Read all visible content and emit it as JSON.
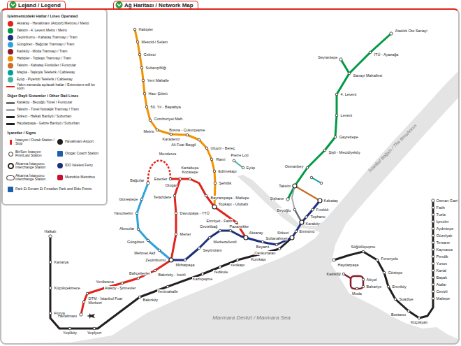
{
  "diagram": {
    "nodes": [
      {
        "text": [
          "Lejand / Legend"
        ]
      },
      {
        "text": [
          "Ağ Haritası / Network Map"
        ]
      }
    ],
    "labels": [
      "İşletmemizdeki Hatlar / Lines Operated",
      "Diğer Rayli Sistemler / Other Rail Lines",
      "İşaretler / Signs",
      "Habipler",
      "Mescid-i Selam",
      "Cebeci",
      "Sultançiftliği",
      "Yeni Mahalle",
      "Hacı Şükrü",
      "50. Yıl - Baştabya",
      "Cumhuriyet Mah.",
      "Metris",
      "Karadeniz",
      "Bosna - Çukurçeşme",
      "Ali Fuat Başgil",
      "Uluyol - Bereç",
      "Rami",
      "Edirnekapı",
      "Şehitlik",
      "Topkapı - Ulubatlı",
      "Bayrampaşa - Maltepe",
      "Kartaltepe Kocatepe",
      "Otogar",
      "Esenler",
      "Menderes",
      "Terazidere",
      "Davutpaşa - YTÜ",
      "Emniyet - Fatih",
      "Merter",
      "Zeytinburnu",
      "Bakırköy - İncirli",
      "Bahçelievler",
      "Ataköy - Şirinevler",
      "Yenibosna",
      "DTM - İstanbul Fuar Merkezi",
      "Havalimanı",
      "Bağcılar",
      "Güneştepe",
      "Yavuzselim",
      "Akıncılar",
      "Güngören",
      "Mehmet Akif",
      "Mithatpaşa",
      "Seyitnizam",
      "Merkezefendi",
      "Cevizlibağ",
      "Pazartekke",
      "Aksaray",
      "Beyazıt",
      "Sultanahmet",
      "Sirkeci",
      "Eminönü",
      "Karaköy",
      "Tophane",
      "Fındıklı",
      "Kabataş",
      "Halkalı",
      "Kanarya",
      "Küçükçekmece",
      "Florya",
      "Yeşilköy",
      "Yeşilyurt",
      "Bakırköy",
      "Yenimahalle",
      "Kazlıçeşme",
      "Yedikule",
      "Yenikapı",
      "Kumkapı",
      "Cankurtaran",
      "Şişhane",
      "Beyoğlu",
      "Taksim",
      "Osmanbey",
      "Şişli - Mecidiyeköy",
      "Gayrettepe",
      "Levent",
      "4. Levent",
      "Sanayi Mahallesi",
      "Seyrantepe",
      "İTÜ - Ayazağa",
      "Atatürk Oto Sanayi",
      "Pierre Loti",
      "Eyüp",
      "Haydarpaşa",
      "Söğütlüçeşme",
      "Kadıköy",
      "Altıyol",
      "Bahariye",
      "Moda",
      "Feneryolu",
      "Göztepe",
      "Erenköy",
      "Suadiye",
      "Bostancı",
      "Küçükyalı",
      "Osman Gazi",
      "Fatih",
      "Tuzla",
      "İçmeler",
      "Aydıntepe",
      "Güzelyalı",
      "Tersane",
      "Kaynarca",
      "Pendik",
      "Yunus",
      "Kartal",
      "Başak",
      "Atalar",
      "Cevizli",
      "Maltepe",
      "Marmara Denizi / Marmara Sea",
      "İstanbul Boğazı / The Bosphorus"
    ],
    "legend": [
      {
        "text": "Aksaray - Havalimanı (Airport) Metrosu / Metro",
        "color": "#e2231a"
      },
      {
        "text": "Taksim - 4. Levent Metro / Metro",
        "color": "#009a44"
      },
      {
        "text": "Zeytinburnu - Kabataş Tramvayı / Tram",
        "color": "#1d2f7e"
      },
      {
        "text": "Güngören - Bağcılar Tramvayı / Tram",
        "color": "#2ea3dc"
      },
      {
        "text": "Kadıköy - Moda Tramvayı / Tram",
        "color": "#8b1c2b"
      },
      {
        "text": "Habipler - Topkapı Tramvayı / Tram",
        "color": "#f39200"
      },
      {
        "text": "Taksim - Kabataş Füniküler / Funicular",
        "color": "#c8702a"
      },
      {
        "text": "Maçka - Taşkışla Teleferik / Cableway",
        "color": "#00a19a"
      },
      {
        "text": "Eyüp - Piyerloti Teleferik / Cableway",
        "color": "#3fb5a3"
      },
      {
        "text": "Yakın zamanda açılacak hatlar / Extensions will be soon"
      },
      {
        "text": "Karaköy - Beyoğlu Tünel / Funicular",
        "color": "#6d6e71"
      },
      {
        "text": "Taksim - Tünel Nostaljik Tramvay / Tram",
        "color": "#a7a9ac"
      },
      {
        "text": "Sirkeci - Halkalı Banliyö / Suburban",
        "color": "#231f20"
      },
      {
        "text": "Haydarpaşa - Gebze Banliyö / Suburban",
        "color": "#231f20"
      },
      {
        "text": "İstasyon / Durak Station / Stop"
      },
      {
        "text": "Havalimanı Airport"
      },
      {
        "text": "Bir/Son İstasyon First/Last Station"
      },
      {
        "text": "Otogar Coach Station"
      },
      {
        "text": "Aktarma İstasyonu Interchange Station"
      },
      {
        "text": "İDO İskelesi Ferry"
      },
      {
        "text": "Aktarma İstasyonu Interchange Station"
      },
      {
        "text": "Metrobüs Metrobus"
      },
      {
        "text": "Park Et Devam Et Fırsatları Park and Ride Points"
      }
    ]
  }
}
